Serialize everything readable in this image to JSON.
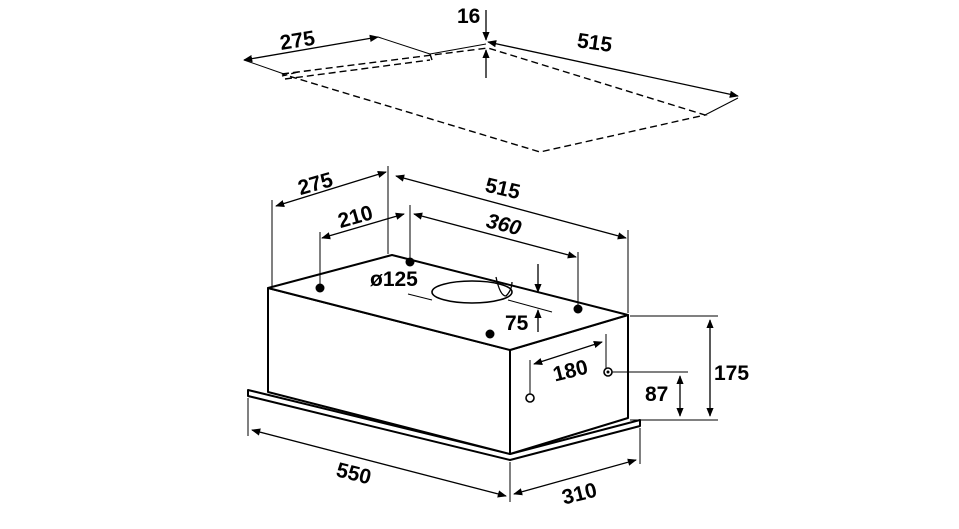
{
  "cutout_dimensions": {
    "depth": "275",
    "thickness": "16",
    "width": "515"
  },
  "hood_dimensions": {
    "mount_depth": "275",
    "mount_width": "515",
    "hole_offset_depth": "210",
    "hole_spacing": "360",
    "duct_diameter": "ø125",
    "duct_offset": "75",
    "side_hole_spacing": "180",
    "total_height": "175",
    "side_hole_height": "87",
    "outer_width": "550",
    "outer_depth": "310"
  }
}
